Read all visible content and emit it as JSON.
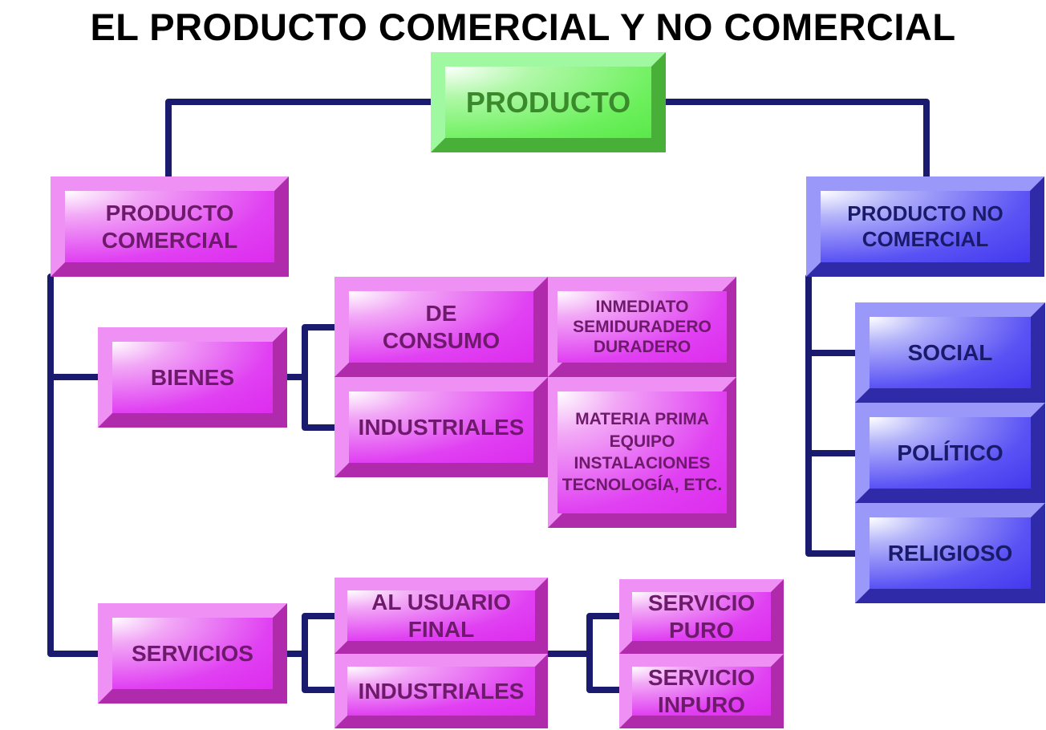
{
  "title": "EL PRODUCTO COMERCIAL Y NO COMERCIAL",
  "colors": {
    "lines": "#1a1a6e",
    "pink": "#e040f2",
    "blue": "#4438ee",
    "green": "#6cf05c"
  },
  "nodes": {
    "root": "PRODUCTO",
    "comercial": "PRODUCTO COMERCIAL",
    "no_comercial": "PRODUCTO NO COMERCIAL",
    "bienes": "BIENES",
    "de_consumo": "DE CONSUMO",
    "industriales_bienes": "INDUSTRIALES",
    "consumo_tipos": "INMEDIATO SEMIDURADERO DURADERO",
    "industriales_tipos": "MATERIA PRIMA EQUIPO INSTALACIONES TECNOLOGÍA, ETC.",
    "servicios": "SERVICIOS",
    "al_usuario_final": "AL USUARIO FINAL",
    "industriales_servicios": "INDUSTRIALES",
    "servicio_puro": "SERVICIO PURO",
    "servicio_inpuro": "SERVICIO INPURO",
    "social": "SOCIAL",
    "politico": "POLÍTICO",
    "religioso": "RELIGIOSO"
  }
}
